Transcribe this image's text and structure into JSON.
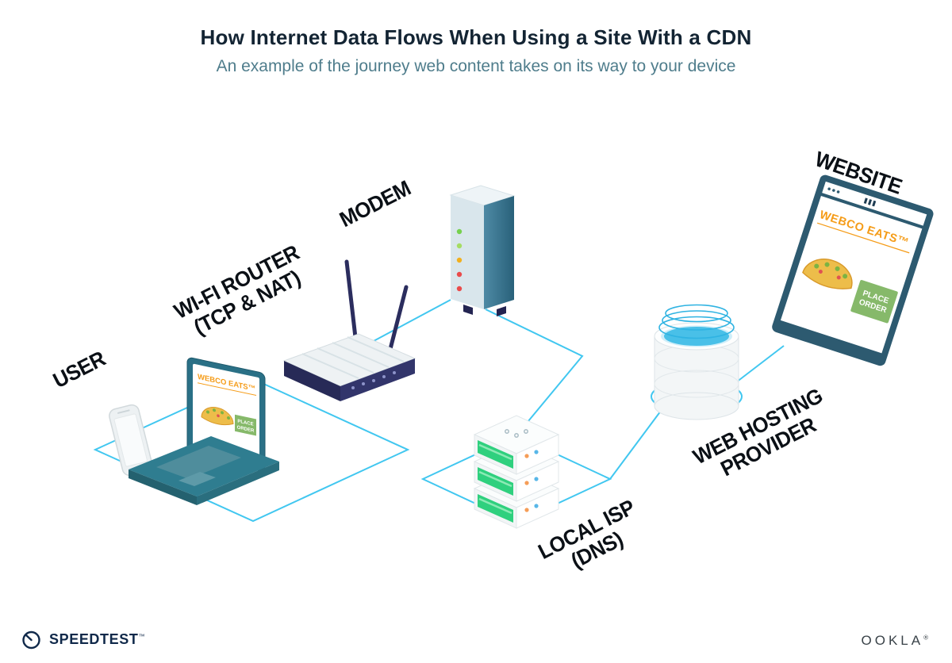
{
  "header": {
    "title": "How Internet Data Flows When Using a Site With a CDN",
    "subtitle": "An example of the journey web content takes on its way to your device"
  },
  "labels": {
    "user": "USER",
    "wifi_router": {
      "line1": "WI-FI ROUTER",
      "line2": "(TCP & NAT)"
    },
    "modem": "MODEM",
    "local_isp": {
      "line1": "LOCAL ISP",
      "line2": "(DNS)"
    },
    "web_hosting": {
      "line1": "WEB HOSTING",
      "line2": "PROVIDER"
    },
    "website": "WEBSITE"
  },
  "webco": {
    "site_name": "WEBCO EATS™",
    "order_button_line1": "PLACE",
    "order_button_line2": "ORDER"
  },
  "footer": {
    "speedtest_label": "SPEEDTEST",
    "speedtest_mark": "™",
    "ookla_label": "OOKLA",
    "ookla_mark": "®"
  },
  "icons": {
    "speedtest_gauge": "gauge-with-needle",
    "taco": "taco-illustration"
  },
  "colors": {
    "connector_line": "#41c7f0",
    "title_text": "#132433",
    "subtitle_text": "#4f7d8c",
    "label_text": "#0b1016",
    "webco_orange": "#f59c18",
    "order_button_green": "#86b96a",
    "server_panel_green": "#2fd07e",
    "router_navy": "#2b2d5e",
    "window_frame": "#2d5a70",
    "water_cyan": "#49c0e8",
    "speedtest_navy": "#10294a"
  }
}
